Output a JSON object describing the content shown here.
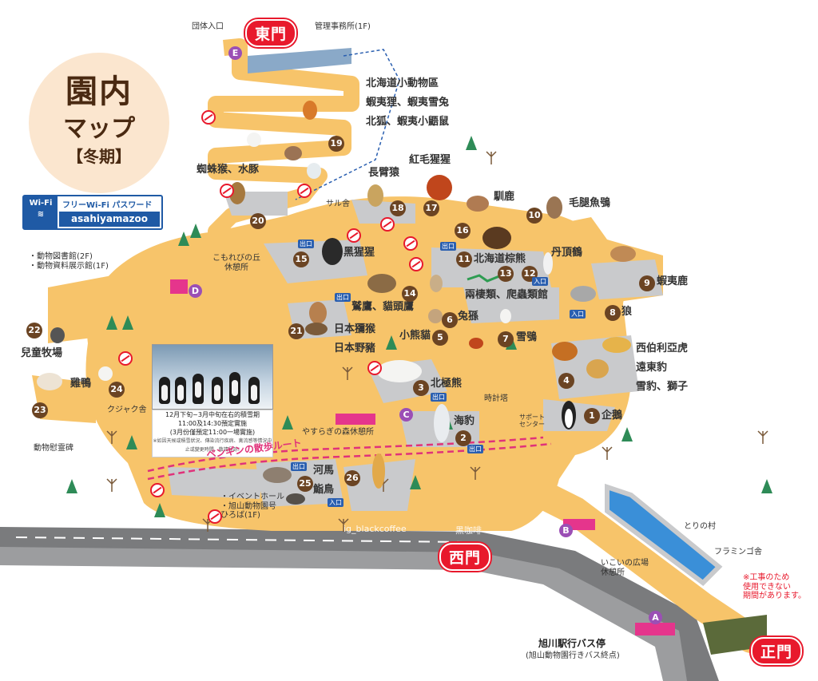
{
  "title": {
    "main": "園内",
    "sub": "マップ",
    "season": "【冬期】"
  },
  "wifi": {
    "badge": "Wi-Fi",
    "label": "フリーWi-Fi パスワード",
    "password": "asahiyamazoo"
  },
  "gates": {
    "east": "東門",
    "west": "西門",
    "main": "正門"
  },
  "facilities": {
    "group_entrance": "団体入口",
    "admin_office": "管理事務所(1F)",
    "library": "・動物図書館(2F)\n・動物資料展示館(1F)",
    "kids_farm": "兒童牧場",
    "chicken": "雞鴨",
    "kujyaku": "クジャク舎",
    "memorial": "動物慰霊碑",
    "komorebi": "こもれびの丘\n休憩所",
    "saru": "サル舎",
    "yasurugi": "やすらぎの森休憩所",
    "support_center": "サポート\nセンター",
    "clock_tower": "時計塔",
    "event_hall": "・イベントホール\n・旭山動物園号\nひろば(1F)",
    "tori_village": "とりの村",
    "flamingo": "フラミンゴ舎",
    "ikoi": "いこいの広場\n休憩所",
    "bus_stop": "旭川駅行バス停",
    "bus_stop_sub": "(旭山動物園行きバス終点)",
    "construction_notice": "※工事のため\n使用できない\n期間があります。",
    "penguin_route": "ペンギンの散歩ルート",
    "exit_label": "出口",
    "entrance_label": "入口"
  },
  "photo_caption": {
    "line1": "12月下旬~3月中旬在右的積雪期",
    "line2": "11:00及14:30預定實施",
    "line3": "(3月份僅預定11:00一場實施)",
    "note": "※如因天候或積雪狀況、傳染流行疾病、禽流感等情況中止或變更時間、敬請見諒!"
  },
  "animals": {
    "hokkaido_small": "北海道小動物區",
    "ezo_tanuki": "蝦夷狸、蝦夷雪兔",
    "fox": "北狐、蝦夷小鼯鼠",
    "spider_monkey": "蜘蛛猴、水豚",
    "gibbon": "長臂猿",
    "orangutan": "紅毛猩猩",
    "reindeer": "馴鹿",
    "owl": "毛腿魚鴞",
    "chimp": "黑猩猩",
    "brown_bear": "北海道棕熊",
    "crane": "丹頂鶴",
    "ezo_deer": "蝦夷鹿",
    "eagle": "鷲鷹、貓頭鷹",
    "reptile": "兩棲類、爬蟲類館",
    "wolf": "狼",
    "snow_monkey": "日本獼猴",
    "badger": "日本野豬",
    "red_panda": "小熊貓",
    "lynx": "兔猻",
    "snowy_owl": "雪鴞",
    "amur_tiger": "西伯利亞虎",
    "far_east_leopard": "遠東豹",
    "snow_leopard": "雪豹、獅子",
    "polar_bear": "北極熊",
    "seal": "海豹",
    "penguin": "企鵝",
    "hippo": "河馬",
    "sea_lion": "鮨鳥"
  },
  "numbers": [
    "1",
    "2",
    "3",
    "4",
    "5",
    "6",
    "7",
    "8",
    "9",
    "10",
    "11",
    "12",
    "13",
    "14",
    "15",
    "16",
    "17",
    "18",
    "19",
    "20",
    "21",
    "22",
    "23",
    "24",
    "25",
    "26"
  ],
  "zones": [
    "A",
    "B",
    "C",
    "D",
    "E"
  ],
  "watermark": {
    "ig": "ig_blackcoffee",
    "blog": "黑咖啡"
  },
  "colors": {
    "path": "#f7c46a",
    "gate_red": "#e8192c",
    "marker_brown": "#6b4423",
    "water_blue": "#3a8fd8",
    "wifi_blue": "#1f5aa5",
    "route_pink": "#e0327a",
    "building_gray": "#c9cacc",
    "zone_pink": "#e5358c",
    "zone_purple": "#9b4fb5"
  }
}
